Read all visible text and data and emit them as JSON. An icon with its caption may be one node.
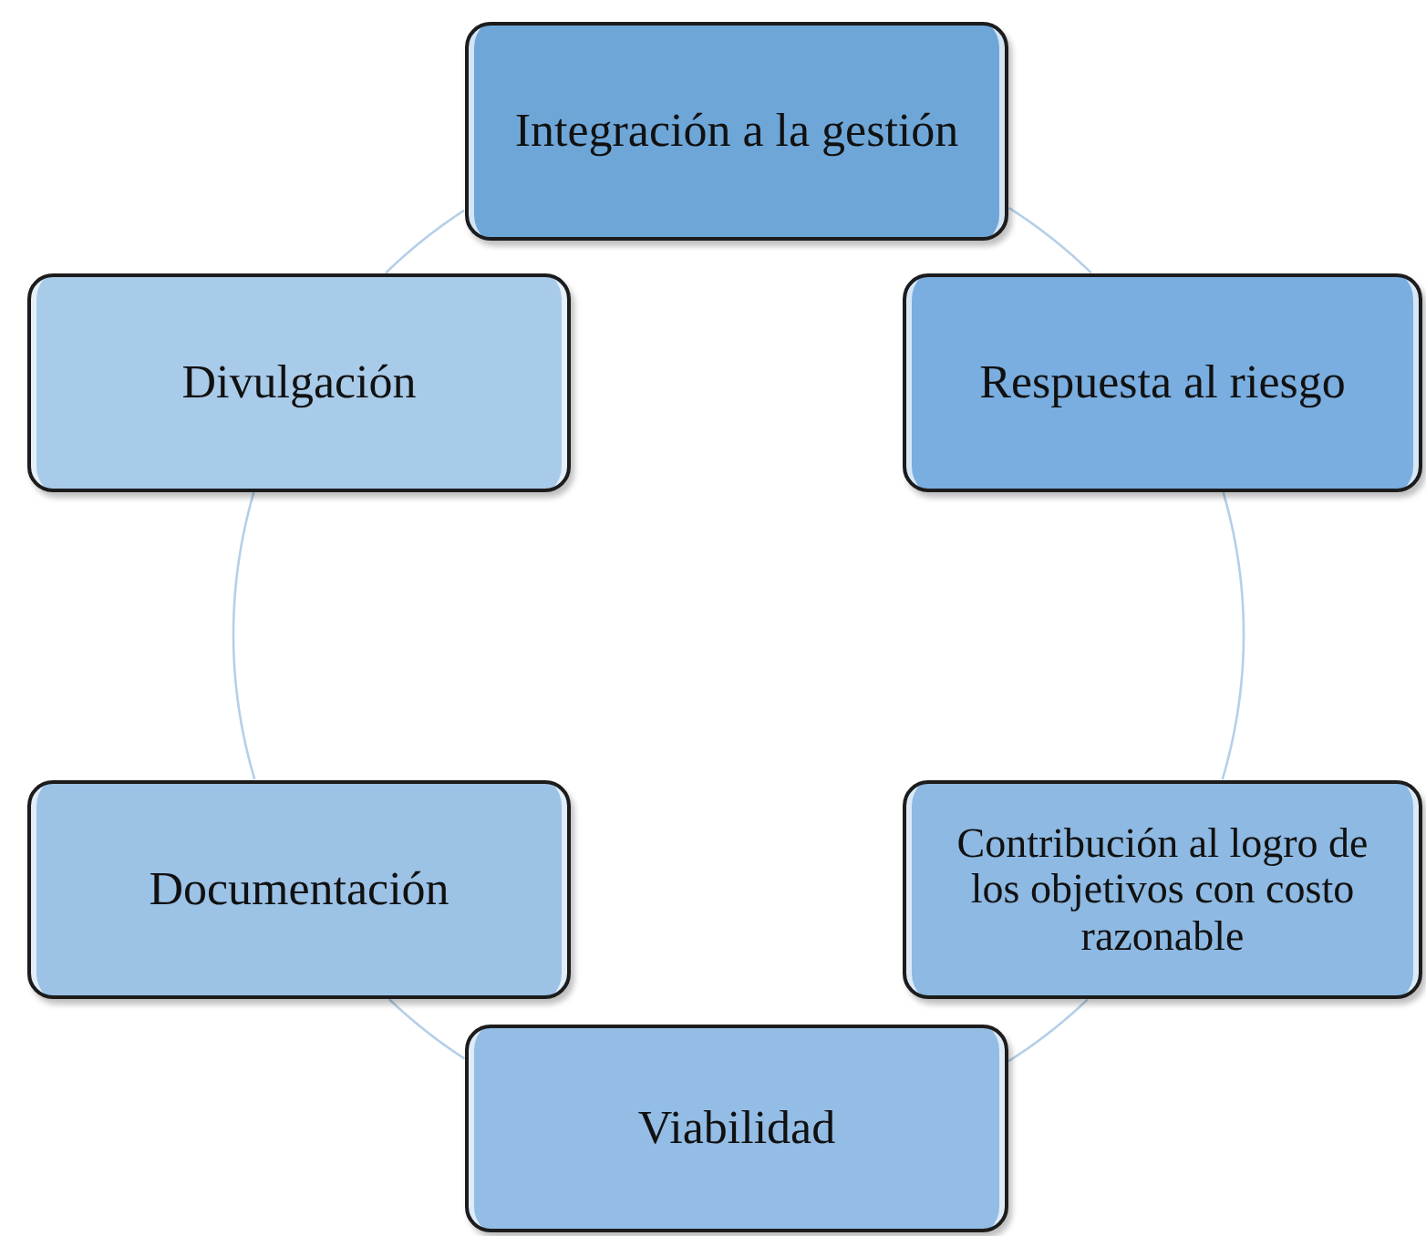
{
  "diagram": {
    "nodes": [
      {
        "text": [
          "Integración a la gestión"
        ]
      },
      {
        "text": [
          "Respuesta al riesgo"
        ]
      },
      {
        "text": [
          "Contribución al logro de los objetivos con costo razonable"
        ]
      },
      {
        "text": [
          "Viabilidad"
        ]
      },
      {
        "text": [
          "Documentación"
        ]
      },
      {
        "text": [
          "Divulgación"
        ]
      }
    ],
    "edges": [
      {
        "from": 0,
        "to": 1,
        "arrow": "none"
      },
      {
        "from": 1,
        "to": 2,
        "arrow": "none"
      },
      {
        "from": 2,
        "to": 3,
        "arrow": "none"
      },
      {
        "from": 3,
        "to": 4,
        "arrow": "none"
      },
      {
        "from": 4,
        "to": 5,
        "arrow": "none"
      },
      {
        "from": 5,
        "to": 0,
        "arrow": "none"
      }
    ]
  }
}
